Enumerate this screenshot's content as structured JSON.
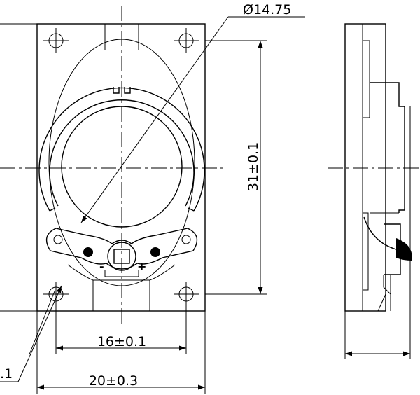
{
  "dimensions": {
    "diameter": "Ø14.75",
    "height": "31±0.1",
    "hole_spacing": "16±0.1",
    "width": "20±0.3",
    "partial_left": ".1"
  },
  "terminals": {
    "negative": "-",
    "positive": "+"
  }
}
